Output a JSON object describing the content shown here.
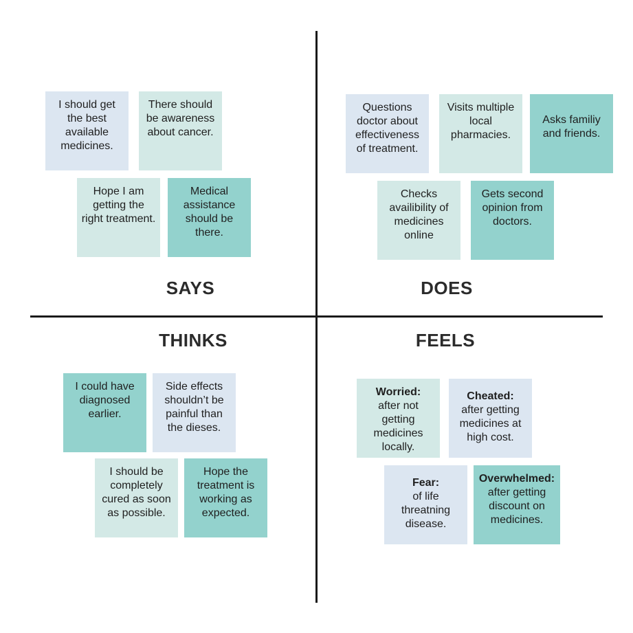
{
  "quadrants": {
    "says": {
      "label": "SAYS",
      "notes": [
        {
          "text": "I should get the best available medicines."
        },
        {
          "text": "There should be awareness about cancer."
        },
        {
          "text": "Hope I am getting the right treatment."
        },
        {
          "text": "Medical assistance should be there."
        }
      ]
    },
    "does": {
      "label": "DOES",
      "notes": [
        {
          "text": "Questions doctor about effectiveness of treatment."
        },
        {
          "text": "Visits multiple local pharmacies."
        },
        {
          "text": "Asks familiy and friends."
        },
        {
          "text": "Checks availibility of medicines online"
        },
        {
          "text": "Gets second opinion from doctors."
        }
      ]
    },
    "thinks": {
      "label": "THINKS",
      "notes": [
        {
          "text": "I could have diagnosed earlier."
        },
        {
          "text": "Side effects shouldn’t be painful than the dieses."
        },
        {
          "text": "I should be completely cured as soon as possible."
        },
        {
          "text": "Hope the treatment is working as expected."
        }
      ]
    },
    "feels": {
      "label": "FEELS",
      "notes": [
        {
          "head": "Worried:",
          "text": "after not getting medicines locally."
        },
        {
          "head": "Cheated:",
          "text": "after getting medicines at high cost."
        },
        {
          "head": "Fear:",
          "text": "of life threatning disease."
        },
        {
          "head": "Overwhelmed:",
          "text": "after getting discount on medicines."
        }
      ]
    }
  },
  "colors": {
    "blue_note": "#dce6f1",
    "light_teal_note": "#d3e9e6",
    "teal_note": "#93d2cd",
    "axis": "#1a1a1a"
  }
}
